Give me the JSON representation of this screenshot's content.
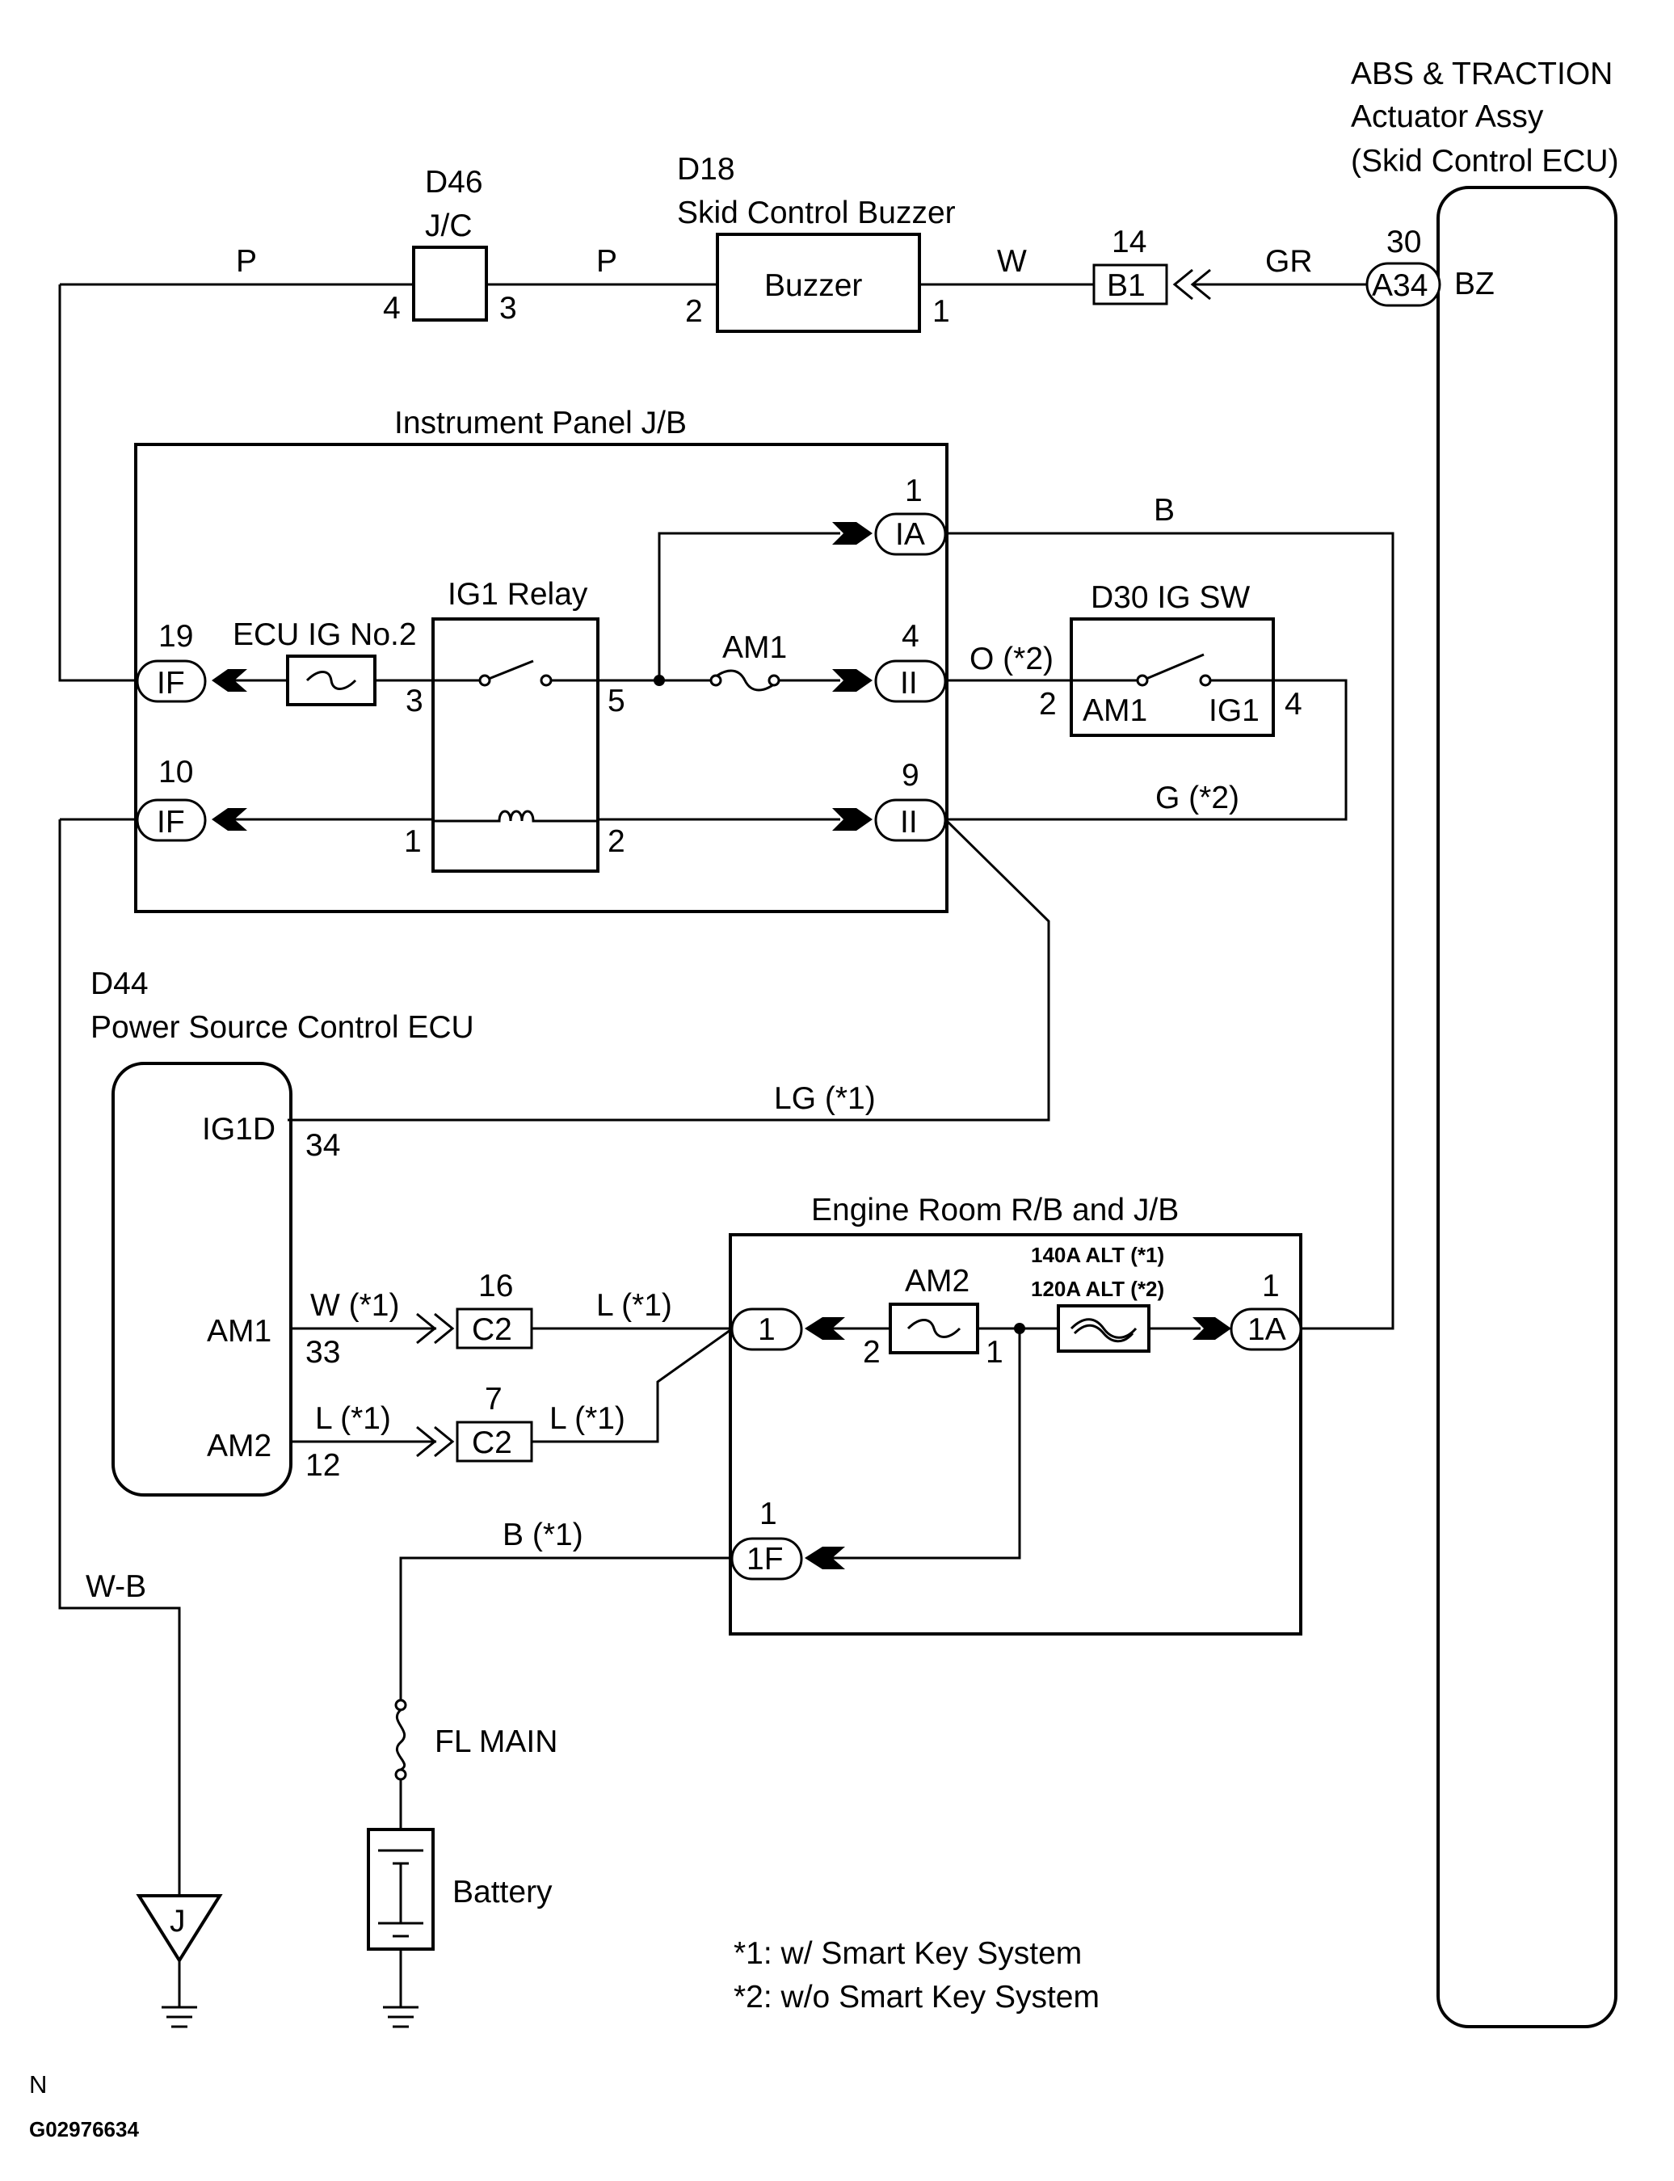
{
  "components": {
    "abs_ecu": {
      "title_1": "ABS & TRACTION",
      "title_2": "Actuator Assy",
      "title_3": "(Skid Control ECU)",
      "pin": "30",
      "pin_label": "BZ",
      "connector": "A34"
    },
    "jc": {
      "code": "D46",
      "name": "J/C",
      "pin_left": "4",
      "pin_right": "3"
    },
    "buzzer": {
      "code": "D18",
      "name": "Skid Control Buzzer",
      "label": "Buzzer",
      "pin_left": "2",
      "pin_right": "1"
    },
    "b1_connector": {
      "name": "B1",
      "pin": "14"
    },
    "instrument_jb": {
      "title": "Instrument Panel J/B",
      "relay_label": "IG1 Relay",
      "fuse_ecu": "ECU IG No.2",
      "fuse_am1": "AM1",
      "relay_pins": {
        "p3": "3",
        "p5": "5",
        "p1": "1",
        "p2": "2"
      },
      "connectors": [
        {
          "name": "IF",
          "pin": "19"
        },
        {
          "name": "IF",
          "pin": "10"
        },
        {
          "name": "IA",
          "pin": "1"
        },
        {
          "name": "II",
          "pin": "4"
        },
        {
          "name": "II",
          "pin": "9"
        }
      ]
    },
    "ig_sw": {
      "title": "D30 IG SW",
      "left_label": "AM1",
      "right_label": "IG1",
      "pin_left": "2",
      "pin_right": "4"
    },
    "power_ecu": {
      "code": "D44",
      "name": "Power Source Control ECU",
      "pins": [
        {
          "label": "IG1D",
          "pin": "34"
        },
        {
          "label": "AM1",
          "pin": "33"
        },
        {
          "label": "AM2",
          "pin": "12"
        }
      ]
    },
    "c2_connectors": [
      {
        "name": "C2",
        "pin": "16"
      },
      {
        "name": "C2",
        "pin": "7"
      }
    ],
    "engine_rb": {
      "title": "Engine Room R/B and J/B",
      "fuse_am2": "AM2",
      "alt_1": "140A ALT (*1)",
      "alt_2": "120A ALT (*2)",
      "am2_pins": {
        "left": "2",
        "right": "1"
      },
      "connectors": [
        {
          "name": "1",
          "pin": ""
        },
        {
          "name": "1A",
          "pin": "1"
        },
        {
          "name": "1F",
          "pin": "1"
        }
      ]
    },
    "fl_main": "FL MAIN",
    "battery": "Battery",
    "ground_j": "J"
  },
  "wire_colors": {
    "p_left": "P",
    "p_right": "P",
    "w": "W",
    "gr": "GR",
    "b": "B",
    "o2": "O (*2)",
    "g2": "G (*2)",
    "lg1": "LG (*1)",
    "w1": "W (*1)",
    "l1_top": "L (*1)",
    "l1_left": "L (*1)",
    "l1_right": "L (*1)",
    "b1": "B (*1)",
    "wb": "W-B"
  },
  "notes": {
    "note1": "*1: w/ Smart Key System",
    "note2": "*2: w/o Smart Key System"
  },
  "footer": {
    "letter": "N",
    "figure_id": "G02976634"
  }
}
